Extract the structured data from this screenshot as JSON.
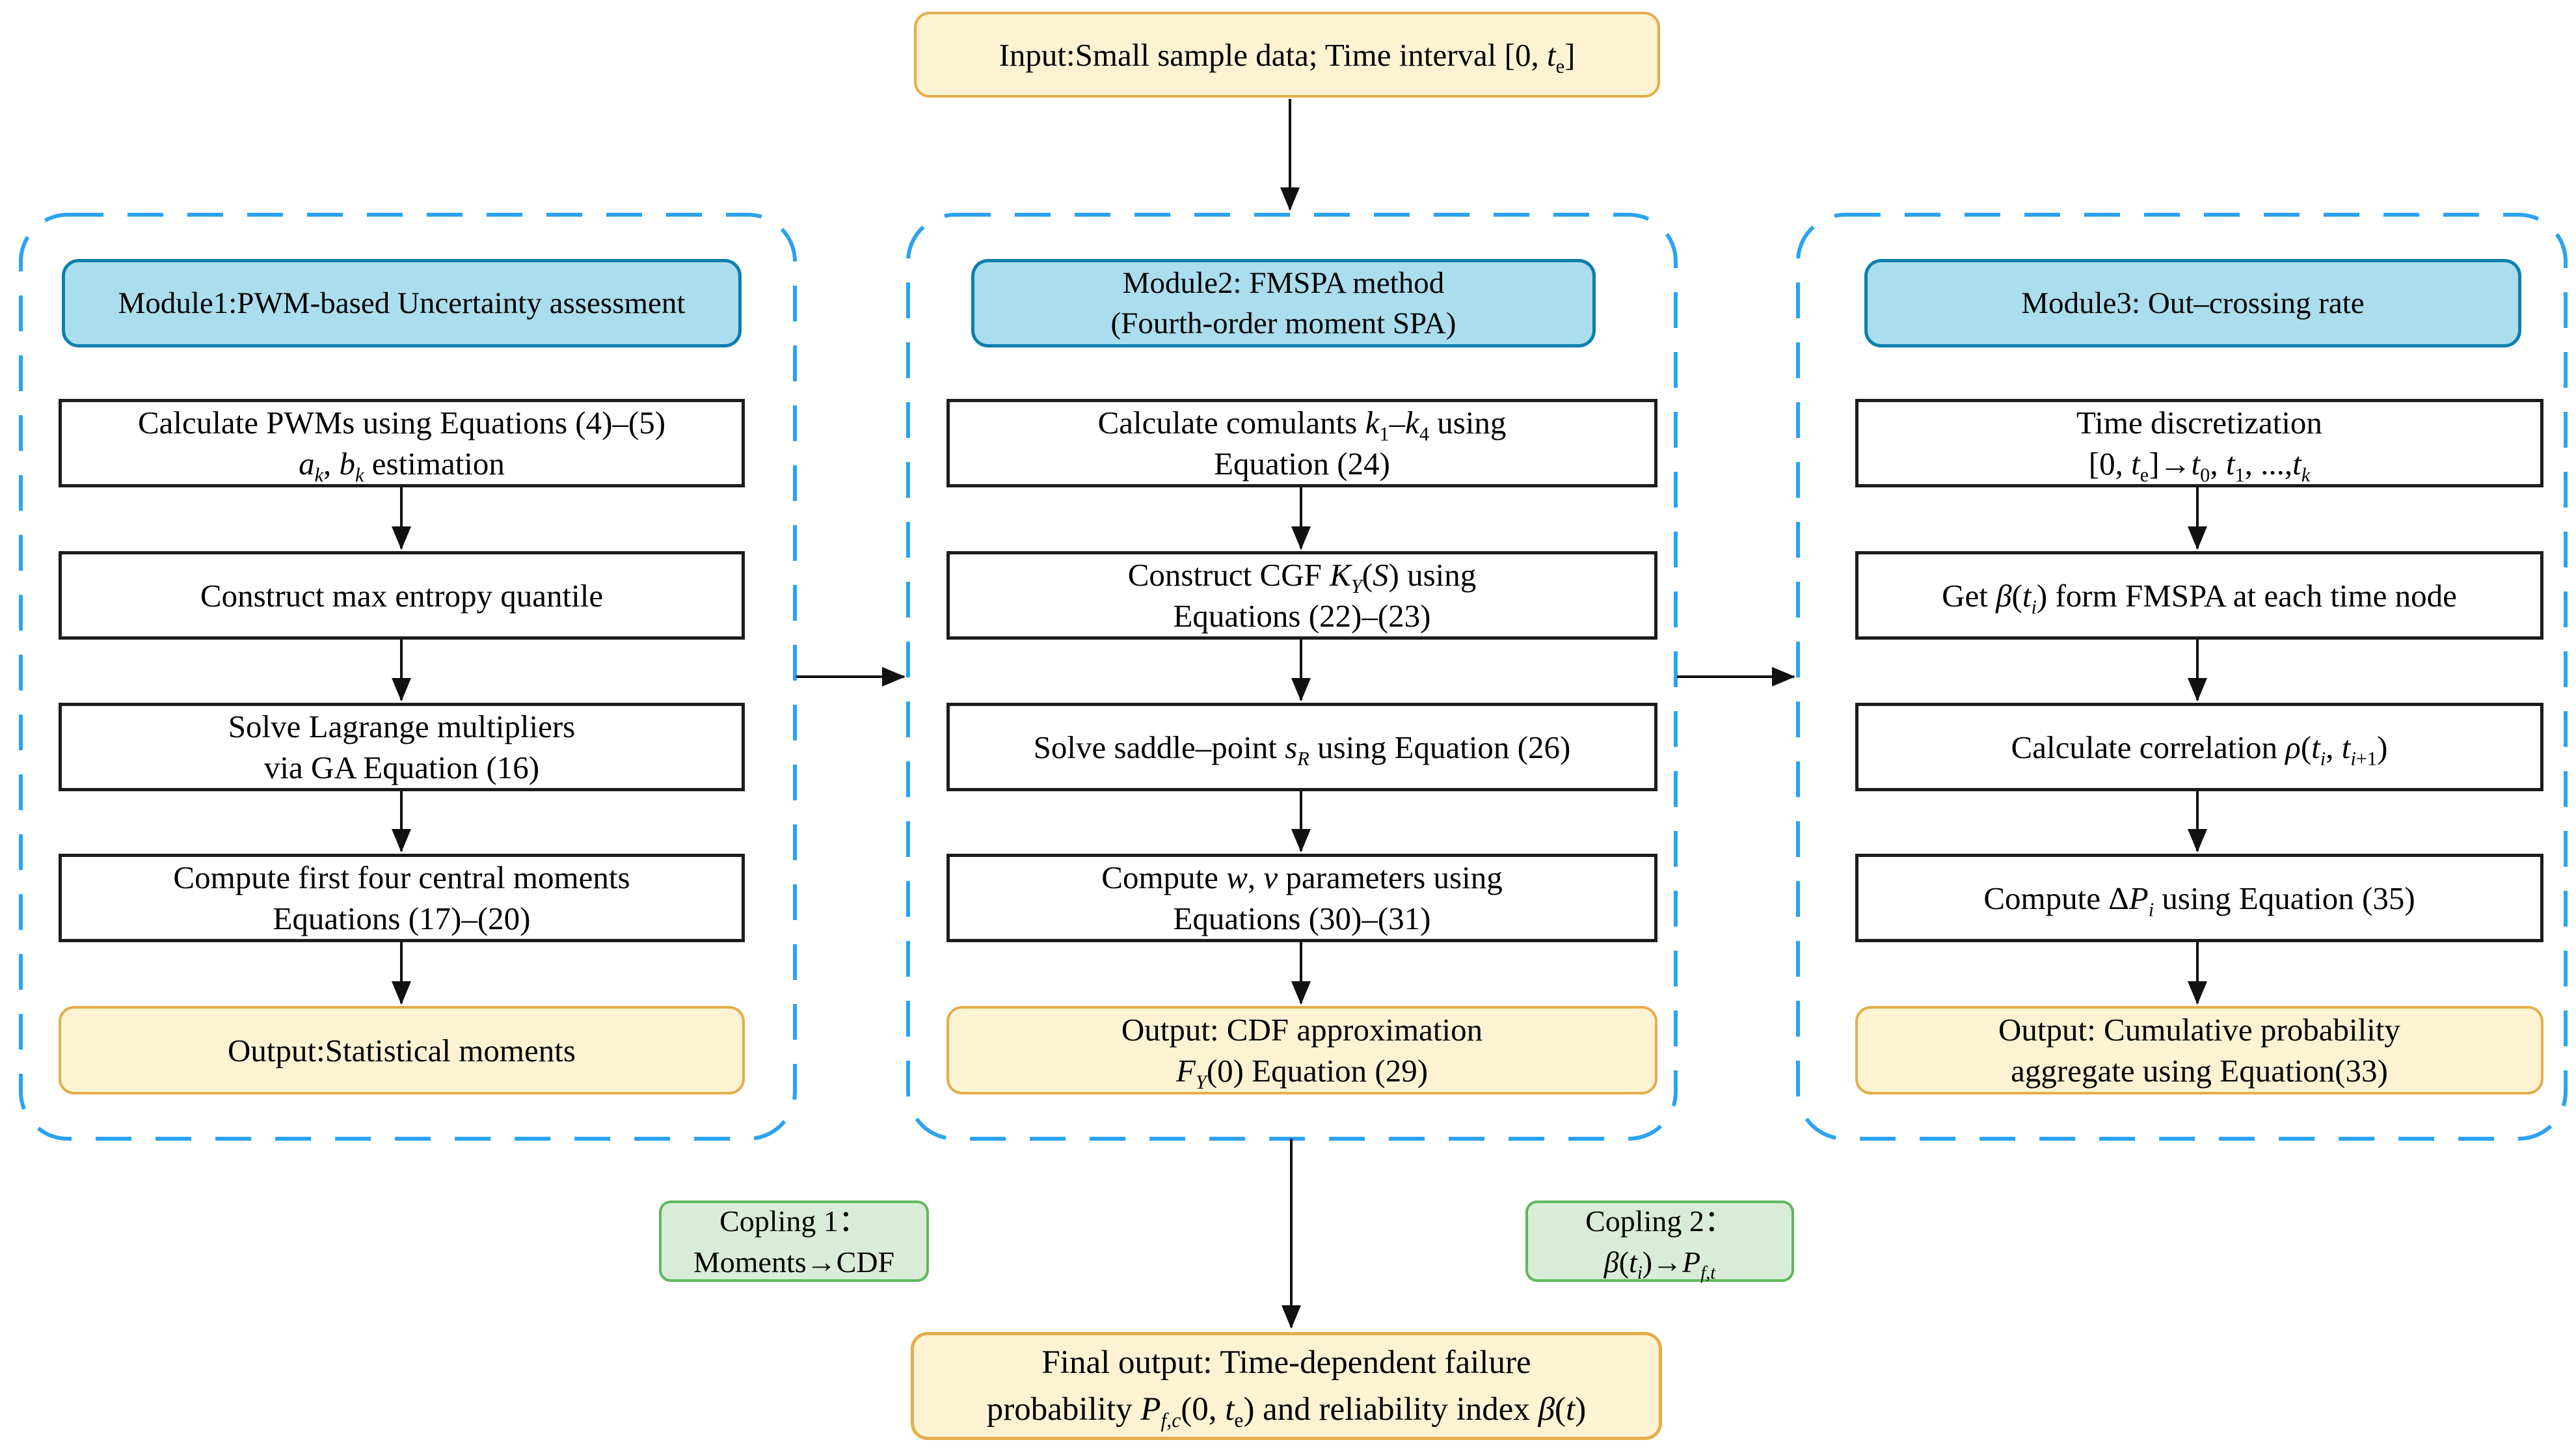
{
  "palette": {
    "dashed_border": "#2ba2f2",
    "module_header_fill": "#aadded",
    "module_header_border": "#0d7fae",
    "io_fill": "#fdf3d3",
    "io_border": "#e5ad4a",
    "coupling_fill": "#d9ecd7",
    "coupling_border": "#5cb85c",
    "step_border": "#1c1c1c",
    "arrow": "#111111"
  },
  "input_box": {
    "label": [
      "Input:Small sample data; Time interval [0, *t*~e~]"
    ]
  },
  "modules": [
    {
      "title_lines": [
        "Module1:PWM-based Uncertainty assessment"
      ],
      "steps": [
        [
          "Calculate PWMs using Equations (4)–(5)",
          "*a*~*k*~, *b*~*k*~ estimation"
        ],
        [
          "Construct max entropy quantile"
        ],
        [
          "Solve Lagrange multipliers",
          "via GA Equation (16)"
        ],
        [
          "Compute first four central moments",
          "Equations (17)–(20)"
        ]
      ],
      "output_lines": [
        "Output:Statistical moments"
      ]
    },
    {
      "title_lines": [
        "Module2: FMSPA method",
        "(Fourth-order moment SPA)"
      ],
      "steps": [
        [
          "Calculate comulants *k*~1~–*k*~4~ using",
          "Equation (24)"
        ],
        [
          "Construct CGF *K*~*Y*~(*S*) using",
          "Equations (22)–(23)"
        ],
        [
          "Solve saddle–point *s*~*R*~ using Equation (26)"
        ],
        [
          "Compute *w*, *v* parameters using",
          "Equations (30)–(31)"
        ]
      ],
      "output_lines": [
        "Output: CDF approximation",
        "*F*~*Y*~(0) Equation (29)"
      ]
    },
    {
      "title_lines": [
        "Module3: Out–crossing rate"
      ],
      "steps": [
        [
          "Time discretization",
          "[0, *t*~e~]→*t*~0~, *t*~1~, ...,*t*~*k*~"
        ],
        [
          "Get *β*(*t*~*i*~) form FMSPA at each time node"
        ],
        [
          "Calculate correlation *ρ*(*t*~*i*~, *t*~*i*+1~)"
        ],
        [
          "Compute Δ*P*~*i*~ using Equation (35)"
        ]
      ],
      "output_lines": [
        "Output: Cumulative probability",
        "aggregate using Equation(33)"
      ]
    }
  ],
  "couplings": [
    {
      "label": [
        "Copling 1：  Moments→CDF"
      ]
    },
    {
      "label": [
        "Copling 2：  *β*(*t*~*i*~)→*P*~*f*,*t*~"
      ]
    }
  ],
  "final_output": {
    "lines": [
      "Final output: Time-dependent failure",
      "probability *P*~*f*,*c*~(0, *t*~e~) and reliability index  *β*(*t*)"
    ]
  }
}
